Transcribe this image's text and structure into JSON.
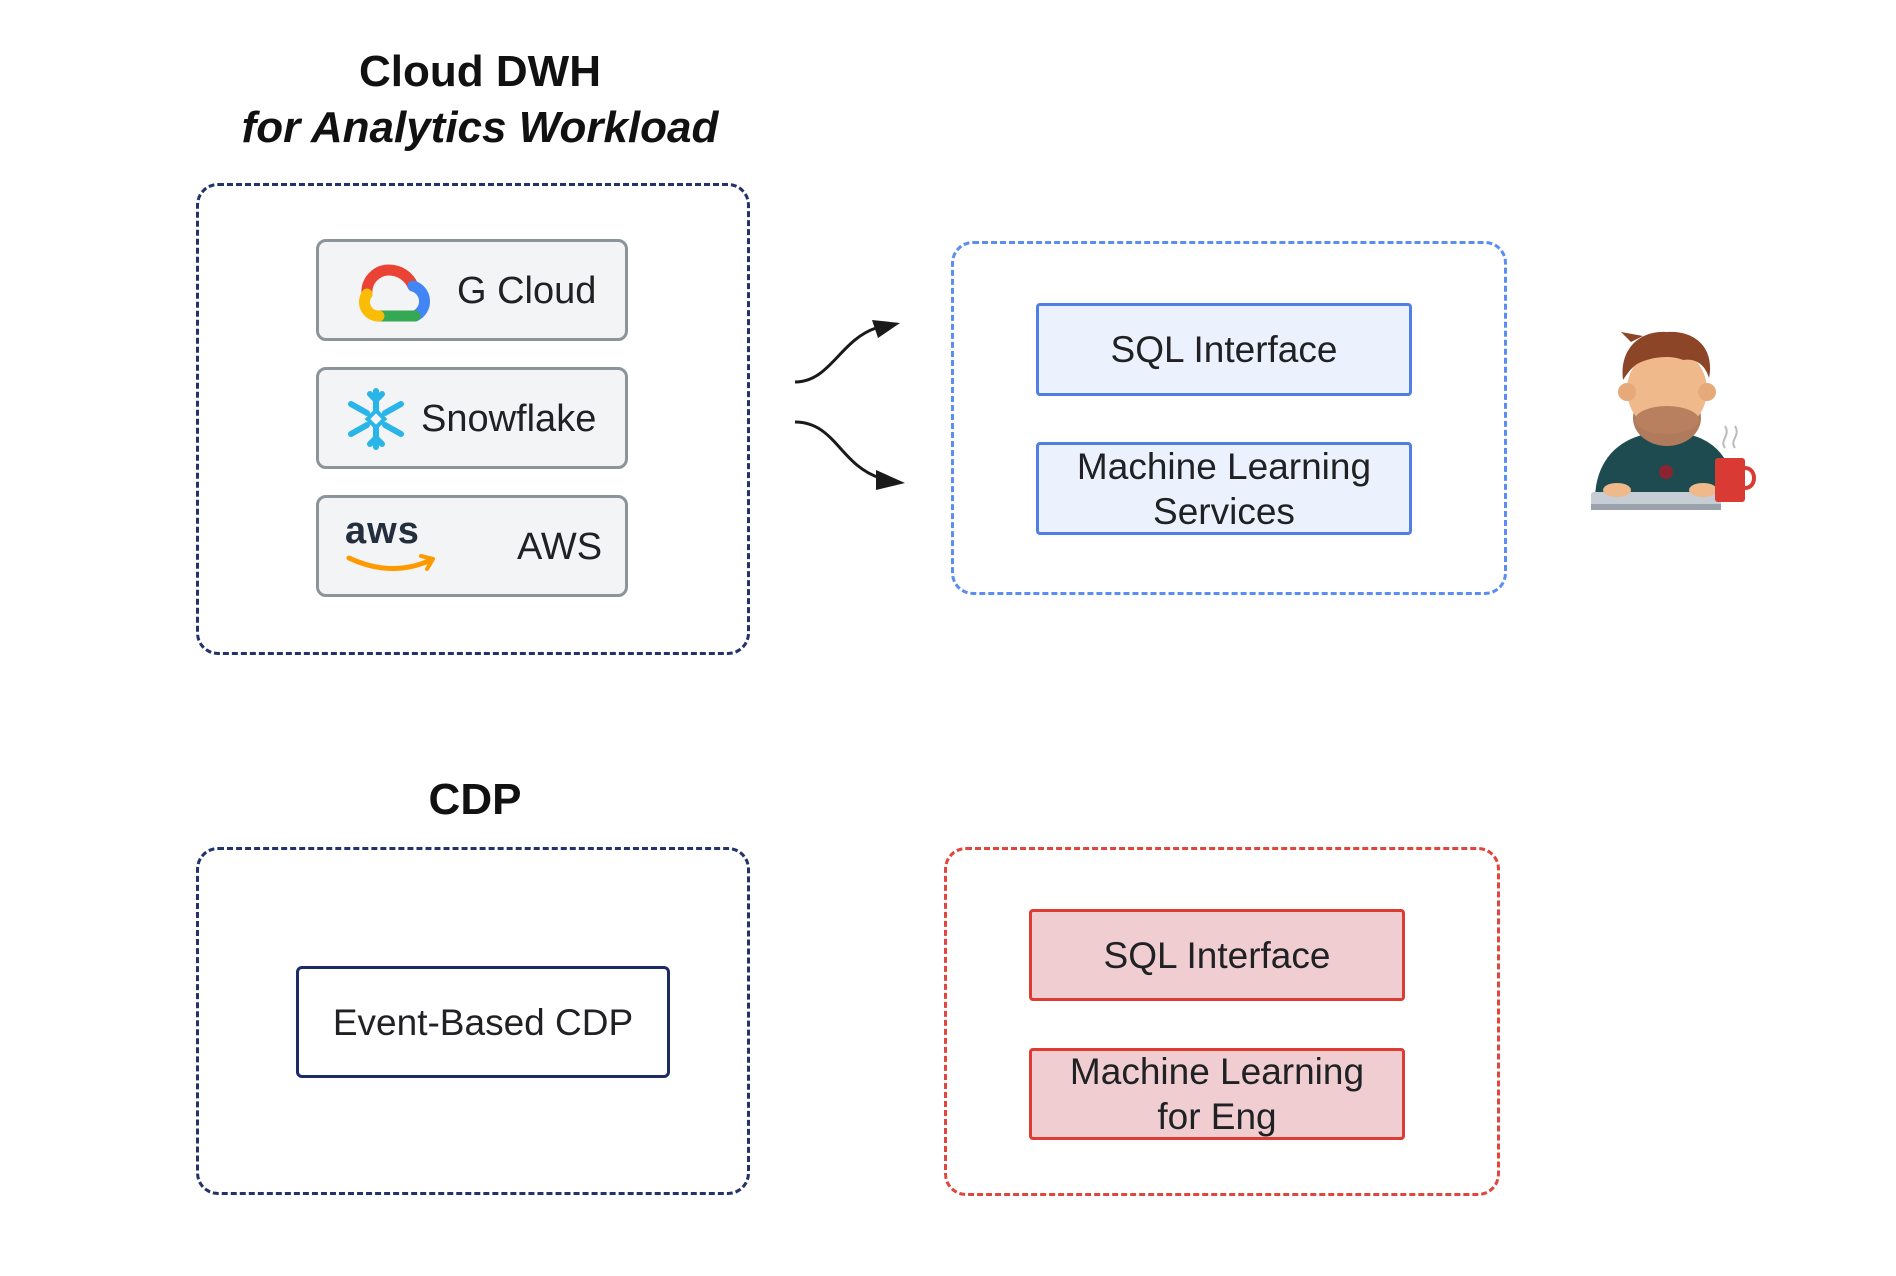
{
  "dwh_section": {
    "title_line1": "Cloud DWH",
    "title_line2": "for Analytics Workload",
    "providers": [
      {
        "label": "G Cloud",
        "icon": "google-cloud-logo-icon"
      },
      {
        "label": "Snowflake",
        "icon": "snowflake-logo-icon"
      },
      {
        "label": "AWS",
        "icon": "aws-logo-icon",
        "logo_text": "aws"
      }
    ]
  },
  "dwh_services": {
    "sql": "SQL Interface",
    "ml_line1": "Machine Learning",
    "ml_line2": "Services"
  },
  "cdp_section": {
    "title": "CDP",
    "item": "Event-Based CDP"
  },
  "cdp_services": {
    "sql": "SQL Interface",
    "ml_line1": "Machine Learning",
    "ml_line2": "for Eng"
  },
  "colors": {
    "navy_border": "#22336b",
    "blue_border": "#5b8ef0",
    "red_border": "#e0463c",
    "blue_fill": "#ecf2fd",
    "red_fill": "#efcdd0"
  },
  "icons": [
    "google-cloud-logo-icon",
    "snowflake-logo-icon",
    "aws-logo-icon",
    "developer-avatar-icon",
    "arrow-icon"
  ]
}
